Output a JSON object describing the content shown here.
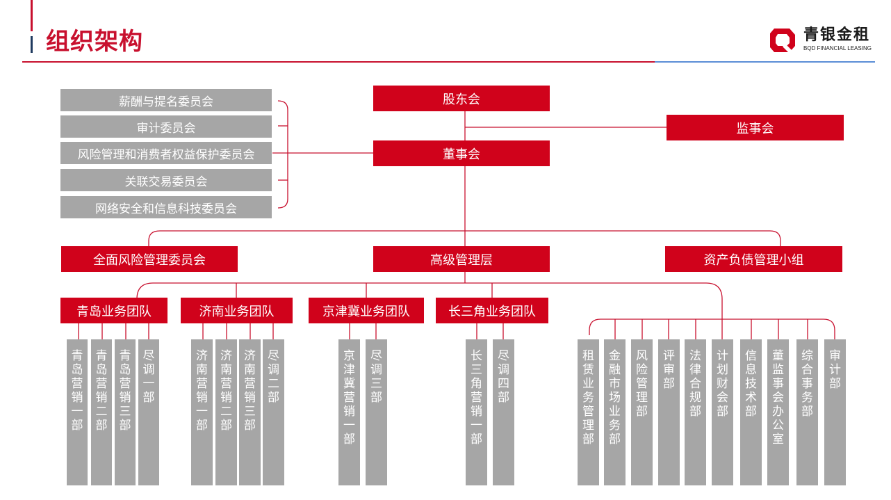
{
  "header": {
    "title": "组织架构"
  },
  "logo": {
    "name_cn": "青银金租",
    "name_en": "BQD FINANCIAL LEASING"
  },
  "committees": [
    "薪酬与提名委员会",
    "审计委员会",
    "风险管理和消费者权益保护委员会",
    "关联交易委员会",
    "网络安全和信息科技委员会"
  ],
  "top": {
    "shareholders": "股东会",
    "supervisors": "监事会",
    "board": "董事会"
  },
  "management": {
    "risk_committee": "全面风险管理委员会",
    "senior_mgmt": "高级管理层",
    "alm_group": "资产负债管理小组"
  },
  "teams": [
    {
      "name": "青岛业务团队",
      "depts": [
        "青岛营销一部",
        "青岛营销二部",
        "青岛营销三部",
        "尽调一部"
      ]
    },
    {
      "name": "济南业务团队",
      "depts": [
        "济南营销一部",
        "济南营销二部",
        "济南营销三部",
        "尽调二部"
      ]
    },
    {
      "name": "京津冀业务团队",
      "depts": [
        "京津冀营销一部",
        "尽调三部"
      ]
    },
    {
      "name": "长三角业务团队",
      "depts": [
        "长三角营销一部",
        "尽调四部"
      ]
    }
  ],
  "departments": [
    "租赁业务管理部",
    "金融市场业务部",
    "风险管理部",
    "评审部",
    "法律合规部",
    "计划财会部",
    "信息技术部",
    "董监事会办公室",
    "综合事务部",
    "审计部"
  ],
  "colors": {
    "accent": "#d0021b",
    "gray": "#a6a6a6",
    "rule_blue": "#5b8ed6"
  }
}
